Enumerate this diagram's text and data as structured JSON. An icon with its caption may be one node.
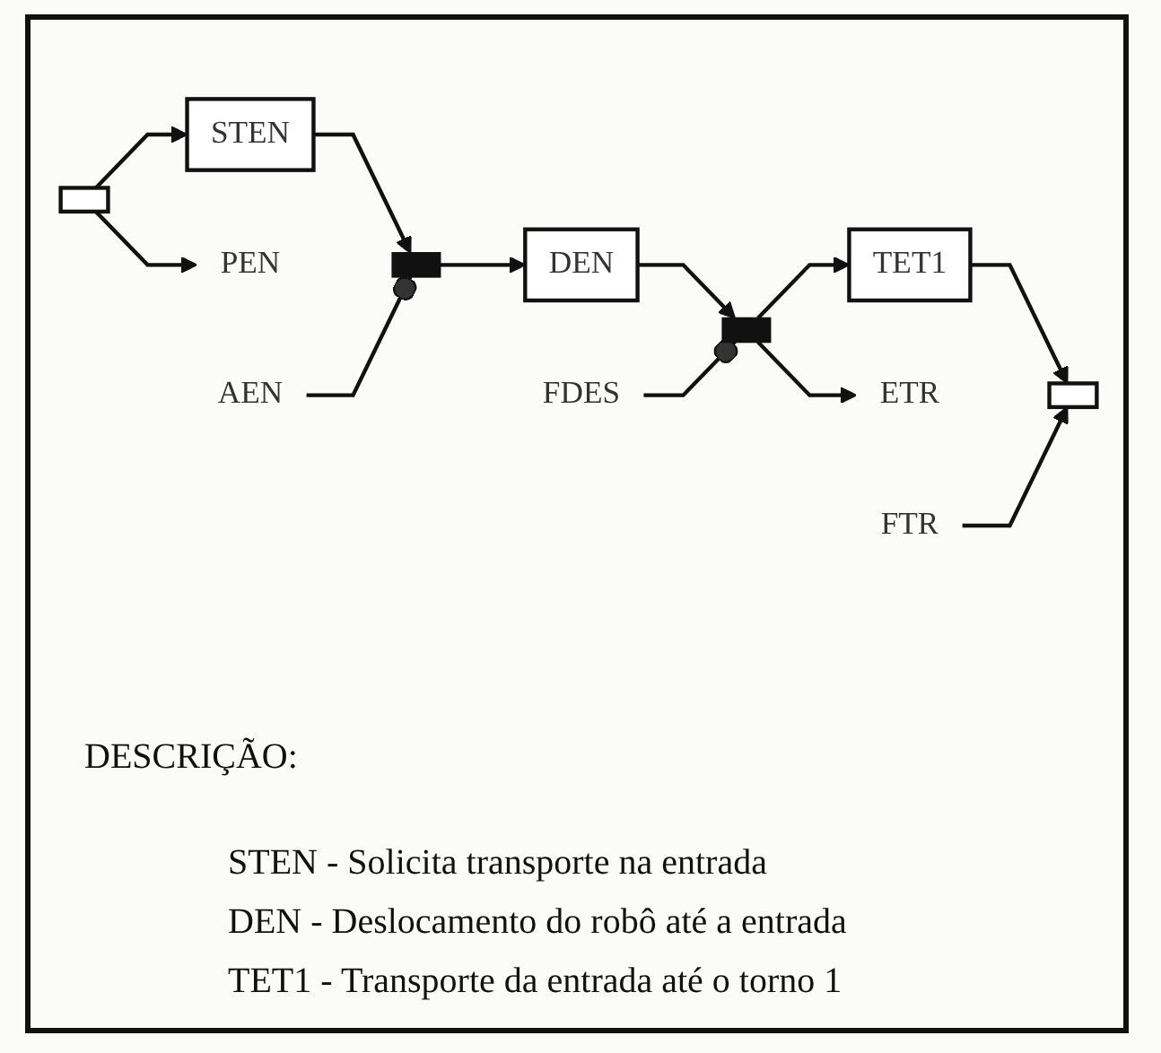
{
  "diagram": {
    "nodes": [
      {
        "text": [],
        "shape": "bracket"
      },
      {
        "text": [
          "STEN"
        ]
      },
      {
        "text": [],
        "shape": "bar"
      },
      {
        "text": [
          "DEN"
        ]
      },
      {
        "text": [],
        "shape": "bar"
      },
      {
        "text": [
          "TET1"
        ]
      },
      {
        "text": [],
        "shape": "bracket"
      },
      {
        "text": [
          "PEN"
        ]
      },
      {
        "text": [
          "AEN"
        ]
      },
      {
        "text": [
          "FDES"
        ]
      },
      {
        "text": [
          "ETR"
        ]
      },
      {
        "text": [
          "FTR"
        ]
      }
    ],
    "edges": [
      {
        "from": 0,
        "to": 1,
        "arrow": "to"
      },
      {
        "from": 1,
        "to": 2,
        "arrow": "to"
      },
      {
        "from": 2,
        "to": 3,
        "arrow": "to"
      },
      {
        "from": 3,
        "to": 4,
        "arrow": "to"
      },
      {
        "from": 4,
        "to": 5,
        "arrow": "to"
      },
      {
        "from": 5,
        "to": 6,
        "arrow": "to"
      },
      {
        "from": 0,
        "to": 7,
        "arrow": "to"
      },
      {
        "from": 8,
        "to": 2,
        "arrow": "other"
      },
      {
        "from": 9,
        "to": 4,
        "arrow": "other"
      },
      {
        "from": 4,
        "to": 10,
        "arrow": "to"
      },
      {
        "from": 11,
        "to": 6,
        "arrow": "to"
      }
    ],
    "labels": [
      "DESCRIÇÃO:",
      "STEN - Solicita transporte na entrada",
      "DEN - Deslocamento do robô até a entrada",
      "TET1 - Transporte da entrada até o torno 1"
    ]
  }
}
